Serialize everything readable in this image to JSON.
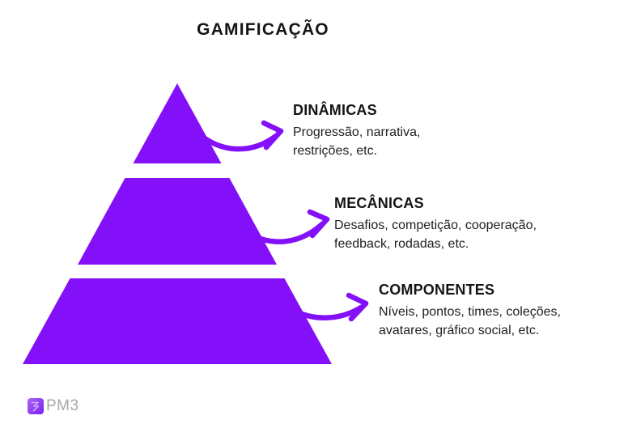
{
  "title": "GAMIFICAÇÃO",
  "colors": {
    "pyramid": "#8310f8",
    "arrow": "#8310f8",
    "background": "#ffffff",
    "heading_text": "#151515",
    "body_text": "#1f1f1f",
    "logo_text": "#a8a8ad",
    "logo_gradient_start": "#a768f2",
    "logo_gradient_end": "#7d1df2"
  },
  "sections": [
    {
      "heading": "DINÂMICAS",
      "lines": [
        "Progressão, narrativa,",
        "restrições, etc."
      ]
    },
    {
      "heading": "MECÂNICAS",
      "lines": [
        "Desafios, competição, cooperação,",
        "feedback, rodadas, etc."
      ]
    },
    {
      "heading": "COMPONENTES",
      "lines": [
        "Níveis, pontos, times, coleções,",
        "avatares, gráfico social, etc."
      ]
    }
  ],
  "logo": {
    "text": "PM3"
  }
}
